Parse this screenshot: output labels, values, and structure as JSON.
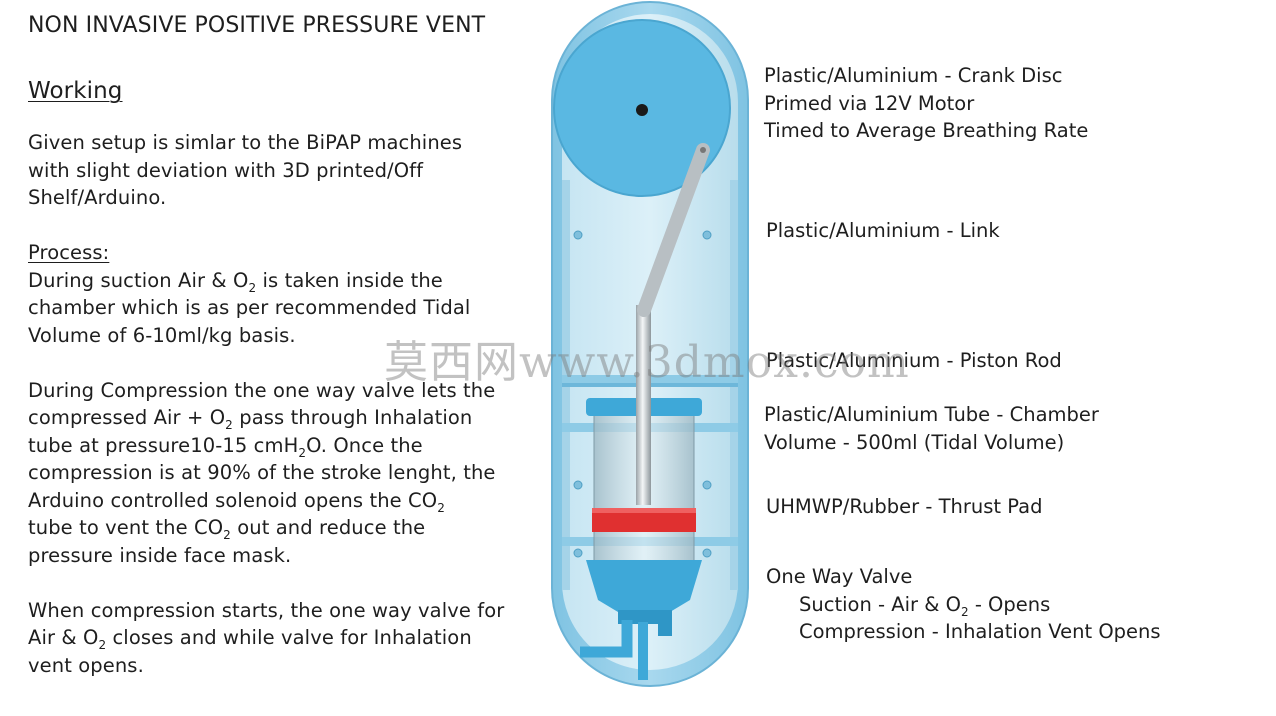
{
  "title": "NON INVASIVE POSITIVE PRESSURE VENT",
  "working_heading": "Working",
  "intro": [
    "Given setup is simlar to the BiPAP machines",
    "with slight deviation with 3D printed/Off",
    "Shelf/Arduino."
  ],
  "process_heading": "Process:",
  "suction": {
    "l1_a": "During suction Air & O",
    "l1_sub": "2",
    "l1_b": " is taken inside the",
    "l2": "chamber which is as per recommended Tidal",
    "l3": "Volume of 6-10ml/kg basis."
  },
  "compression": {
    "l1": "During Compression the one way valve lets the",
    "l2_a": "compressed Air + O",
    "l2_sub": "2",
    "l2_b": " pass through Inhalation",
    "l3_a": "tube at pressure10-15 cmH",
    "l3_sub": "2",
    "l3_b": "O. Once the",
    "l4": "compression is at 90% of the stroke lenght, the",
    "l5_a": "Arduino controlled solenoid opens the CO",
    "l5_sub": "2",
    "l6_a": "tube to vent the CO",
    "l6_sub": "2",
    "l6_b": " out and reduce the",
    "l7": "pressure inside face mask."
  },
  "when": {
    "l1": "When compression starts, the one way valve for",
    "l2_a": "Air & O",
    "l2_sub": "2",
    "l2_b": " closes and while valve for Inhalation",
    "l3": "vent opens."
  },
  "labels": {
    "crank": [
      "Plastic/Aluminium - Crank Disc",
      "Primed via 12V Motor",
      "Timed to Average Breathing Rate"
    ],
    "link": "Plastic/Aluminium - Link",
    "piston": "Plastic/Aluminium - Piston Rod",
    "tube": [
      "Plastic/Aluminium Tube - Chamber",
      "Volume - 500ml (Tidal Volume)"
    ],
    "thrust": "UHMWP/Rubber - Thrust Pad",
    "valve": {
      "heading": "One Way Valve",
      "suction_a": "Suction - Air & O",
      "suction_sub": "2",
      "suction_b": " - Opens",
      "compression": "Compression - Inhalation Vent Opens"
    }
  },
  "watermark": "莫西网www.3dmox.com",
  "colors": {
    "shell": "#8ccbe6",
    "shell_inner": "#b4dded",
    "disc": "#5ab8e2",
    "cap": "#3ea8d8",
    "pad": "#e03030",
    "rod": "#d8dde0"
  }
}
